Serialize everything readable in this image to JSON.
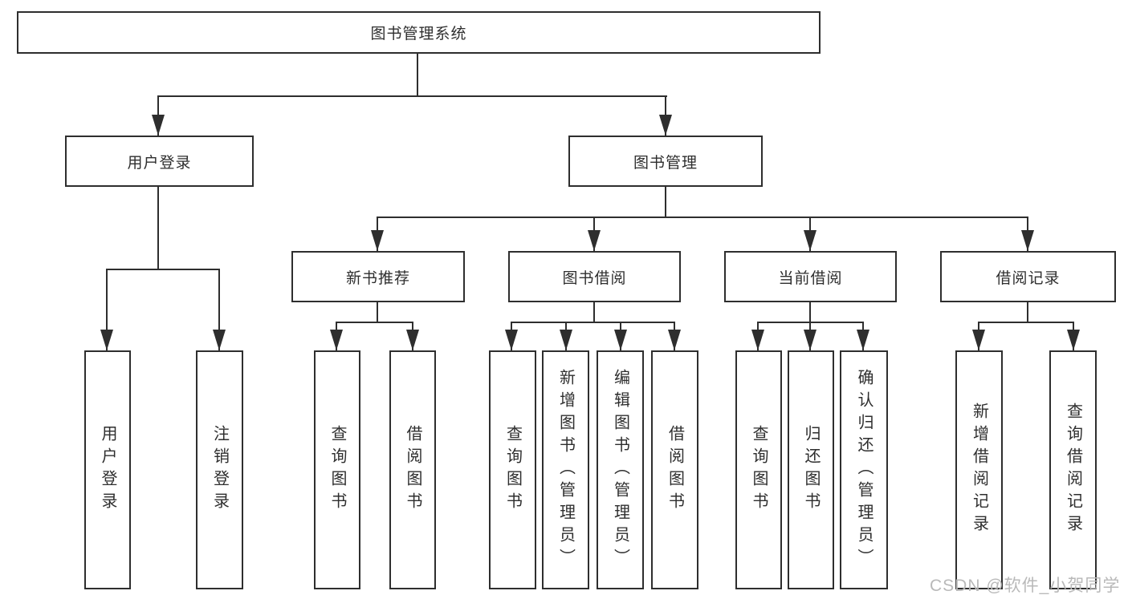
{
  "title": "图书管理系统",
  "watermark": "CSDN @软件_小贺同学",
  "colors": {
    "line": "#2e2e2e",
    "box_border": "#2e2e2e",
    "box_fill": "#ffffff",
    "text": "#2e2e2e",
    "watermark": "#b9b9b9"
  },
  "nodes": {
    "root": {
      "label": "图书管理系统"
    },
    "user_login": {
      "label": "用户登录"
    },
    "book_mgmt": {
      "label": "图书管理"
    },
    "new_book_rec": {
      "label": "新书推荐"
    },
    "book_borrow": {
      "label": "图书借阅"
    },
    "current_borrow": {
      "label": "当前借阅"
    },
    "borrow_records": {
      "label": "借阅记录"
    },
    "leaves": {
      "user_login_leaf": "用户登录",
      "logout": "注销登录",
      "rec_query_books": "查询图书",
      "rec_borrow_books": "借阅图书",
      "bb_query_books": "查询图书",
      "bb_add_books": "新增图书（管理员）",
      "bb_edit_books": "编辑图书（管理员）",
      "bb_borrow_books": "借阅图书",
      "cb_query_books": "查询图书",
      "cb_return_books": "归还图书",
      "cb_confirm_return": "确认归还（管理员）",
      "br_add_record": "新增借阅记录",
      "br_query_record": "查询借阅记录"
    }
  }
}
